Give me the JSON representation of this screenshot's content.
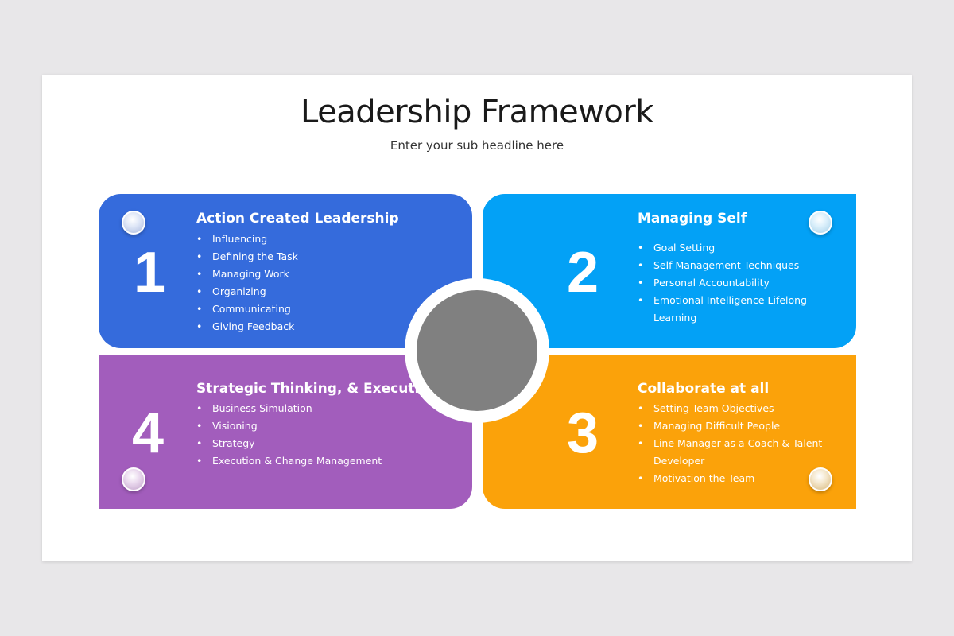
{
  "title": "Leadership Framework",
  "subtitle": "Enter your sub headline here",
  "quadrants": [
    {
      "number": "1",
      "heading": "Action Created Leadership",
      "color": "#356bdc",
      "items": [
        "Influencing",
        "Defining the Task",
        "Managing Work",
        "Organizing",
        "Communicating",
        "Giving Feedback"
      ]
    },
    {
      "number": "2",
      "heading": "Managing Self",
      "color": "#03a1f6",
      "items": [
        "Goal Setting",
        "Self Management Techniques",
        "Personal Accountability",
        "Emotional Intelligence Lifelong Learning"
      ]
    },
    {
      "number": "3",
      "heading": "Collaborate at all",
      "color": "#fba20a",
      "items": [
        "Setting Team Objectives",
        "Managing Difficult People",
        "Line Manager as a Coach & Talent Developer",
        "Motivation the Team"
      ]
    },
    {
      "number": "4",
      "heading": "Strategic Thinking, & Execution",
      "color": "#a25dbc",
      "items": [
        "Business Simulation",
        "Visioning",
        "Strategy",
        "Execution & Change Management"
      ]
    }
  ],
  "center": {
    "color": "#808080"
  }
}
